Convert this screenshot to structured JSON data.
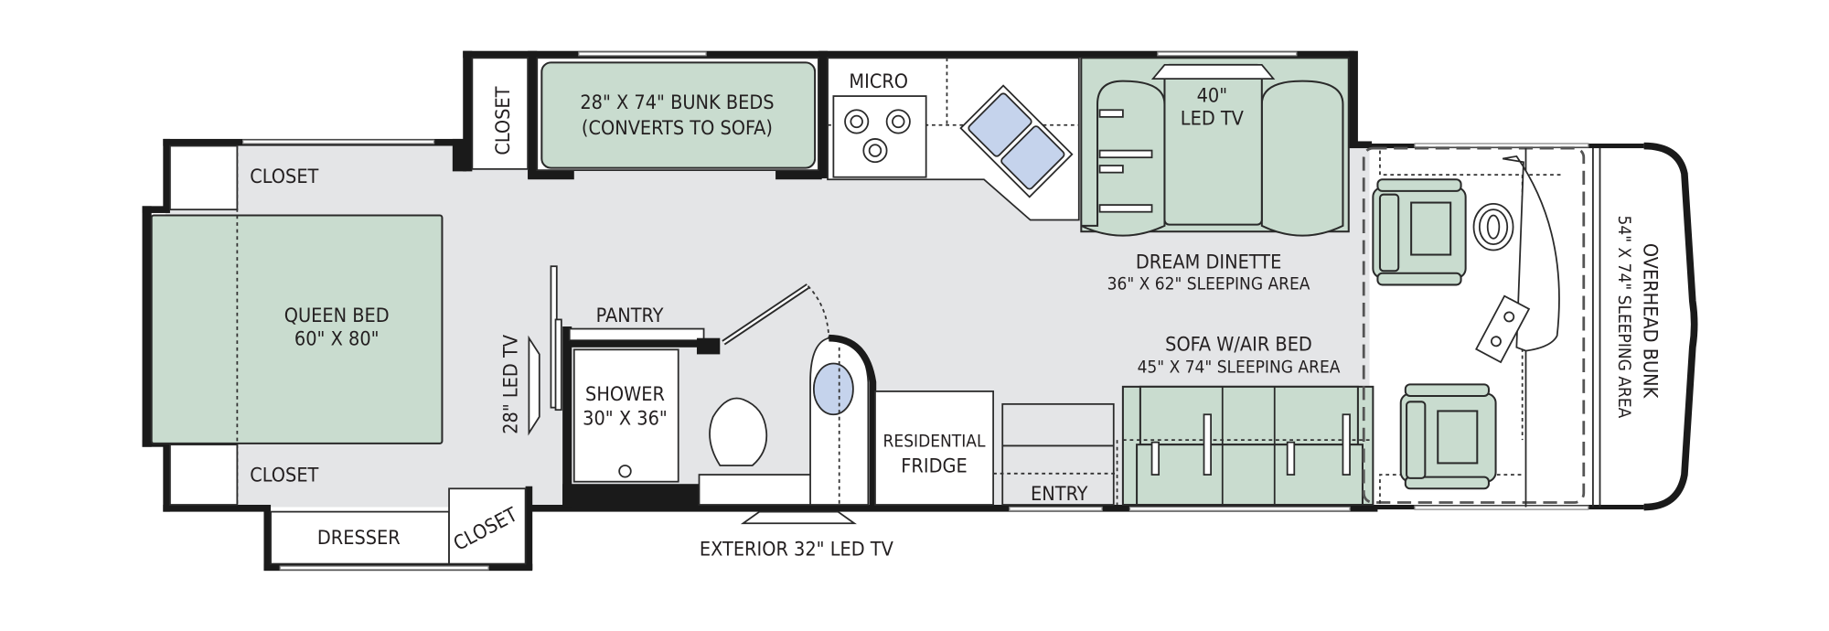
{
  "floorplan": {
    "colors": {
      "floor": "#e4e5e7",
      "furniture": "#c9dccf",
      "glass_fixture": "#c5d3ec",
      "walls": "#1a1a1a"
    },
    "rooms": {
      "closet_top_left": "CLOSET",
      "closet_bottom_left": "CLOSET",
      "closet_slide": "CLOSET",
      "closet_rear_angled": "CLOSET",
      "dresser": "DRESSER",
      "queen_bed": {
        "title": "QUEEN BED",
        "size": "60\" X 80\""
      },
      "bedroom_tv": "28\" LED TV",
      "bunk_beds": {
        "title": "28\" X 74\" BUNK BEDS",
        "note": "(CONVERTS TO SOFA)"
      },
      "micro": "MICRO",
      "dinette_tv": {
        "line1": "40\"",
        "line2": "LED TV"
      },
      "dream_dinette": {
        "title": "DREAM DINETTE",
        "size": "36\" X 62\" SLEEPING AREA"
      },
      "pantry": "PANTRY",
      "shower": {
        "title": "SHOWER",
        "size": "30\" X 36\""
      },
      "fridge": {
        "line1": "RESIDENTIAL",
        "line2": "FRIDGE"
      },
      "entry": "ENTRY",
      "sofa": {
        "title": "SOFA W/AIR BED",
        "size": "45\" X 74\" SLEEPING AREA"
      },
      "overhead_bunk": {
        "title": "OVERHEAD BUNK",
        "size": "54\" X 74\" SLEEPING AREA"
      },
      "exterior_tv": "EXTERIOR 32\" LED TV"
    }
  }
}
